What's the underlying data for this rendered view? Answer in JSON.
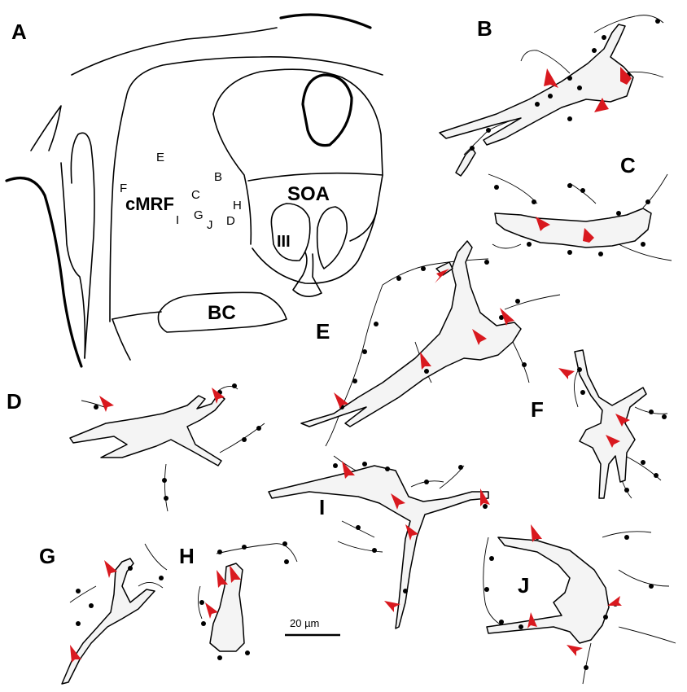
{
  "panels": {
    "A": "A",
    "B": "B",
    "C": "C",
    "D": "D",
    "E": "E",
    "F": "F",
    "G": "G",
    "H": "H",
    "I": "I",
    "J": "J"
  },
  "atlas": {
    "regions": {
      "soa": "SOA",
      "oculomotor": "III",
      "bc": "BC",
      "cmrf": "cMRF"
    },
    "sites": {
      "E": "E",
      "F": "F",
      "B": "B",
      "C": "C",
      "H": "H",
      "I": "I",
      "G": "G",
      "J": "J",
      "D": "D"
    }
  },
  "scale_bar": {
    "label": "20 µm",
    "length_um": 20
  },
  "colors": {
    "arrowhead": "#d9191f",
    "line": "#000000",
    "background": "#ffffff"
  }
}
